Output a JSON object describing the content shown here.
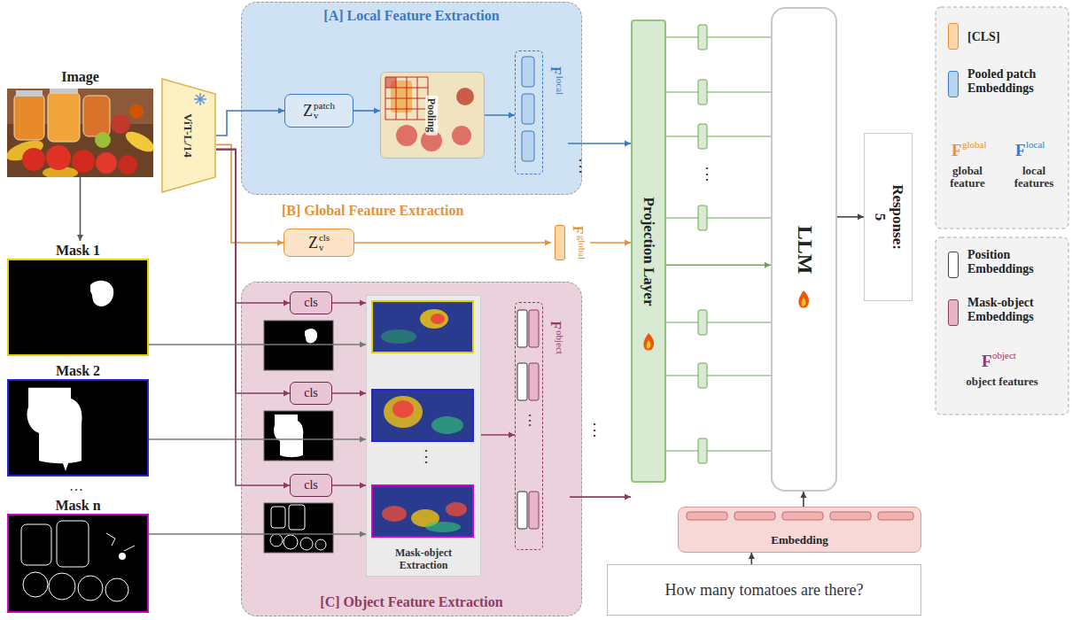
{
  "diagram": {
    "nodes": [
      {
        "text": [
          "Image"
        ]
      },
      {
        "text": [
          "ViT-L/14"
        ]
      },
      {
        "text": [
          "[A] Local Feature Extraction"
        ]
      },
      {
        "text": [
          "Z",
          "v",
          "patch"
        ],
        "in": 2
      },
      {
        "text": [
          "Pooling"
        ],
        "in": 2
      },
      {
        "text": [
          "F",
          "local"
        ],
        "in": 2
      },
      {
        "text": [
          "Z",
          "v",
          "cls"
        ]
      },
      {
        "text": [
          "F",
          "global"
        ]
      },
      {
        "text": [
          "Mask 1"
        ]
      },
      {
        "text": [
          "Mask 2"
        ]
      },
      {
        "text": [
          "Mask n"
        ]
      },
      {
        "text": [
          "[C] Object Feature Extraction"
        ]
      },
      {
        "text": [
          "cls"
        ],
        "in": 11
      },
      {
        "text": [
          "cls"
        ],
        "in": 11
      },
      {
        "text": [
          "cls"
        ],
        "in": 11
      },
      {
        "text": [
          "Mask-object Extraction"
        ],
        "in": 11
      },
      {
        "text": [
          "F",
          "object"
        ],
        "in": 11
      },
      {
        "text": [
          "Projection Layer"
        ]
      },
      {
        "text": [
          "LLM"
        ]
      },
      {
        "text": [
          "Response:",
          "5"
        ]
      },
      {
        "text": [
          "Embedding"
        ]
      },
      {
        "text": [
          "How many tomatoes are there?"
        ]
      }
    ],
    "edges": [
      {
        "from": 0,
        "to": 8,
        "arrow": "to"
      },
      {
        "from": 1,
        "to": 3,
        "arrow": "to"
      },
      {
        "from": 1,
        "to": 6,
        "arrow": "to"
      },
      {
        "from": 1,
        "to": 12,
        "arrow": "to"
      },
      {
        "from": 1,
        "to": 13,
        "arrow": "to"
      },
      {
        "from": 1,
        "to": 14,
        "arrow": "to"
      },
      {
        "from": 3,
        "to": 4,
        "arrow": "to"
      },
      {
        "from": 4,
        "to": 5,
        "arrow": "to"
      },
      {
        "from": 6,
        "to": 7,
        "arrow": "to"
      },
      {
        "from": 8,
        "to": 15,
        "arrow": "to"
      },
      {
        "from": 9,
        "to": 15,
        "arrow": "to"
      },
      {
        "from": 10,
        "to": 15,
        "arrow": "to"
      },
      {
        "from": 12,
        "to": 15,
        "arrow": "to"
      },
      {
        "from": 13,
        "to": 15,
        "arrow": "to"
      },
      {
        "from": 14,
        "to": 15,
        "arrow": "to"
      },
      {
        "from": 15,
        "to": 16,
        "arrow": "to"
      },
      {
        "from": 5,
        "to": 17,
        "arrow": "to"
      },
      {
        "from": 7,
        "to": 17,
        "arrow": "to"
      },
      {
        "from": 16,
        "to": 17,
        "arrow": "to"
      },
      {
        "from": 17,
        "to": 18,
        "arrow": "to"
      },
      {
        "from": 18,
        "to": 19,
        "arrow": "to"
      },
      {
        "from": 21,
        "to": 20,
        "arrow": "to"
      },
      {
        "from": 20,
        "to": 18,
        "arrow": "to"
      }
    ],
    "labels": [
      "[B] Global Feature Extraction",
      "⋮",
      "…",
      "⋮",
      "⋮",
      "⋮",
      "⋮",
      "F",
      "global",
      "global feature",
      "F",
      "local",
      "local features",
      "F",
      "object",
      "object features"
    ],
    "legend": [
      {
        "text": "[CLS]",
        "color": "#fbd6a8"
      },
      {
        "text": "Pooled patch Embeddings",
        "color": "#b8d4ee"
      },
      {
        "text": "Position Embeddings",
        "color": "#ffffff"
      },
      {
        "text": "Mask-object Embeddings",
        "color": "#e8b4c8"
      }
    ]
  }
}
